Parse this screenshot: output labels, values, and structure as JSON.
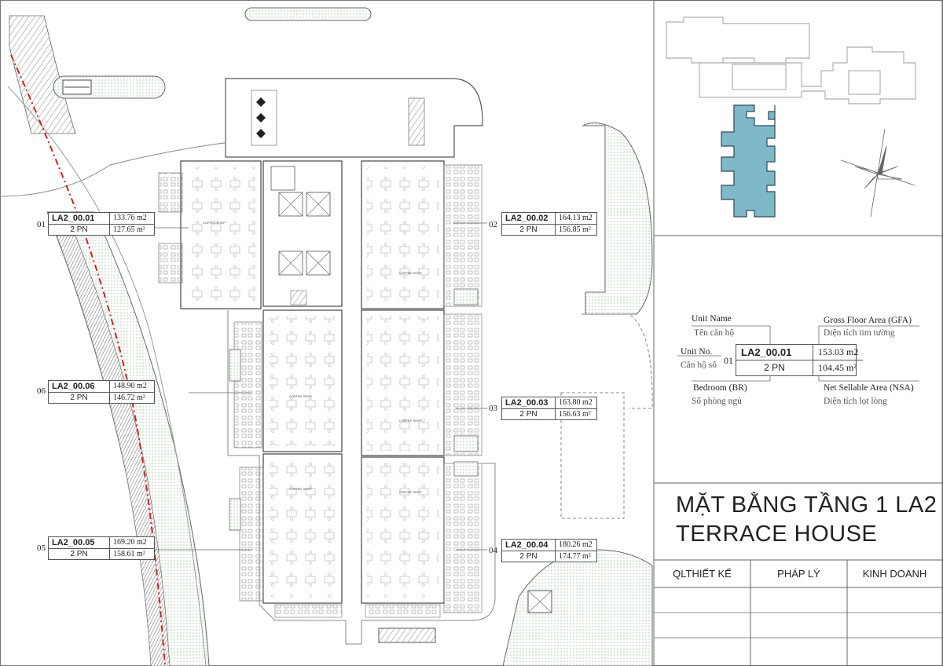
{
  "units": [
    {
      "num": "01",
      "code": "LA2_00.01",
      "gfa": "133.76 m2",
      "bedrooms": "2 PN",
      "nsa": "127.65 m²"
    },
    {
      "num": "02",
      "code": "LA2_00.02",
      "gfa": "164.13 m2",
      "bedrooms": "2 PN",
      "nsa": "156.85 m²"
    },
    {
      "num": "06",
      "code": "LA2_00.06",
      "gfa": "148.90 m2",
      "bedrooms": "2 PN",
      "nsa": "146.72 m²"
    },
    {
      "num": "03",
      "code": "LA2_00.03",
      "gfa": "163.80 m2",
      "bedrooms": "2 PN",
      "nsa": "156.63 m²"
    },
    {
      "num": "05",
      "code": "LA2_00.05",
      "gfa": "169.20 m2",
      "bedrooms": "2 PN",
      "nsa": "158.61 m²"
    },
    {
      "num": "04",
      "code": "LA2_00.04",
      "gfa": "180.26 m2",
      "bedrooms": "2 PN",
      "nsa": "174.77 m²"
    }
  ],
  "legend": {
    "unit_name": "Unit Name",
    "unit_name_vi": "Tên căn hộ",
    "gfa_label": "Gross Floor Area (GFA)",
    "gfa_label_vi": "Diện tích tim tường",
    "unit_no": "Unit No.",
    "unit_no_vi": "Căn hộ số",
    "bedroom_label": "Bedroom (BR)",
    "bedroom_label_vi": "Số phòng ngủ",
    "nsa_label": "Net Sellable Area (NSA)",
    "nsa_label_vi": "Diện tích lọt lòng",
    "sample": {
      "num": "01",
      "code": "LA2_00.01",
      "gfa": "153.03 m2",
      "bedrooms": "2 PN",
      "nsa": "104.45 m²"
    }
  },
  "title": {
    "line1": "MẶT BẰNG TẦNG 1 LA2",
    "line2": "TERRACE HOUSE"
  },
  "departments": [
    "QLTHIẾT KẾ",
    "PHÁP LÝ",
    "KINH DOANH"
  ],
  "room_label": "COFFEE SHOP",
  "colors": {
    "highlight_block": "#7fb8c8",
    "landscape": "#d6ecd6",
    "road_dash": "#cc2222",
    "line": "#555555"
  }
}
